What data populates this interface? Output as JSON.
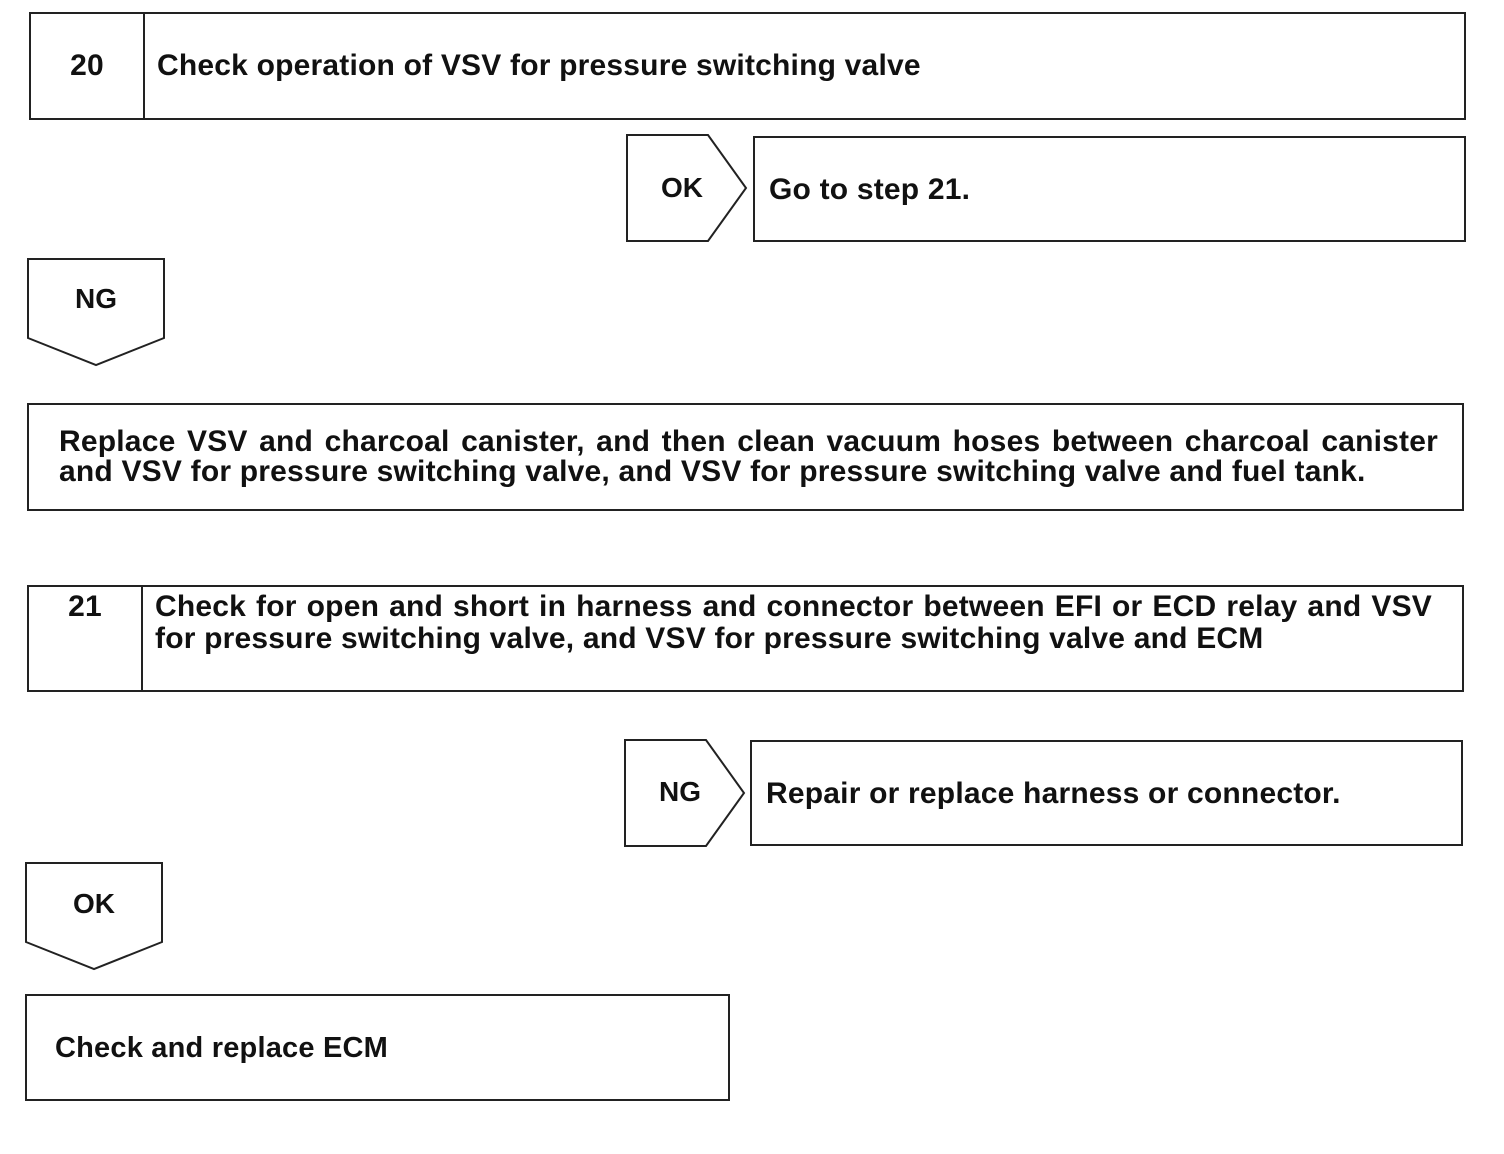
{
  "step20": {
    "number": "20",
    "title": "Check operation of VSV for pressure switching valve",
    "ok": {
      "label": "OK",
      "action": "Go to step 21."
    },
    "ng": {
      "label": "NG",
      "action": "Replace VSV and charcoal canister, and then clean vacuum hoses between charcoal canister and VSV for pressure switching valve, and VSV for pressure switching valve and fuel tank."
    }
  },
  "step21": {
    "number": "21",
    "title": "Check for open and short in harness and connector between EFI or ECD relay and VSV for pressure switching valve, and VSV for pressure switching valve and ECM",
    "ng": {
      "label": "NG",
      "action": "Repair or replace harness or connector."
    },
    "ok": {
      "label": "OK",
      "action": "Check and replace ECM"
    }
  },
  "colors": {
    "line": "#222222",
    "text": "#111111",
    "background": "#ffffff"
  }
}
